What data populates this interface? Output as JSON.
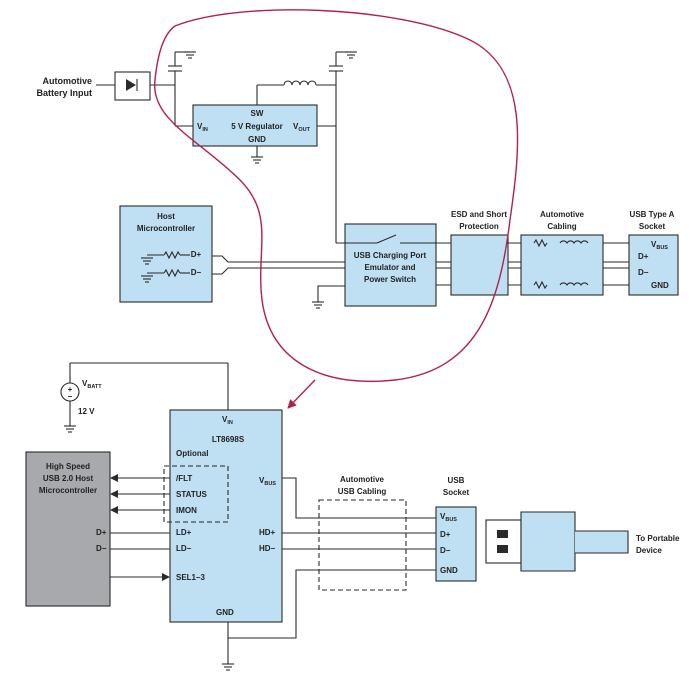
{
  "top": {
    "battery_input": [
      "Automotive",
      "Battery Input"
    ],
    "regulator": {
      "sw": "SW",
      "name": "5 V Regulator",
      "gnd": "GND",
      "vin": "V",
      "vin_sub": "IN",
      "vout": "V",
      "vout_sub": "OUT"
    },
    "host": [
      "Host",
      "Microcontroller"
    ],
    "d_plus": "D+",
    "d_minus": "D−",
    "charging": [
      "USB Charging Port",
      "Emulator and",
      "Power Switch"
    ],
    "esd": [
      "ESD and Short",
      "Protection"
    ],
    "cabling": [
      "Automotive",
      "Cabling"
    ],
    "socket_title": [
      "USB Type A",
      "Socket"
    ],
    "socket_pins": {
      "vbus": "V",
      "vbus_sub": "BUS",
      "dp": "D+",
      "dm": "D−",
      "gnd": "GND"
    }
  },
  "bottom": {
    "vbatt": "V",
    "vbatt_sub": "BATT",
    "v12": "12 V",
    "chip": {
      "vin": "V",
      "vin_sub": "IN",
      "name": "LT8698S",
      "optional": "Optional",
      "flt": "/FLT",
      "status": "STATUS",
      "imon": "IMON",
      "ld_plus": "LD+",
      "ld_minus": "LD−",
      "sel": "SEL1–3",
      "vbus": "V",
      "vbus_sub": "BUS",
      "hd_plus": "HD+",
      "hd_minus": "HD−",
      "gnd": "GND"
    },
    "hs_mcu": [
      "High Speed",
      "USB 2.0 Host",
      "Microcontroller"
    ],
    "d_plus": "D+",
    "d_minus": "D−",
    "cabling": [
      "Automotive",
      "USB Cabling"
    ],
    "socket_title": [
      "USB",
      "Socket"
    ],
    "socket_pins": {
      "vbus": "V",
      "vbus_sub": "BUS",
      "dp": "D+",
      "dm": "D−",
      "gnd": "GND"
    },
    "portable": [
      "To Portable",
      "Device"
    ]
  }
}
